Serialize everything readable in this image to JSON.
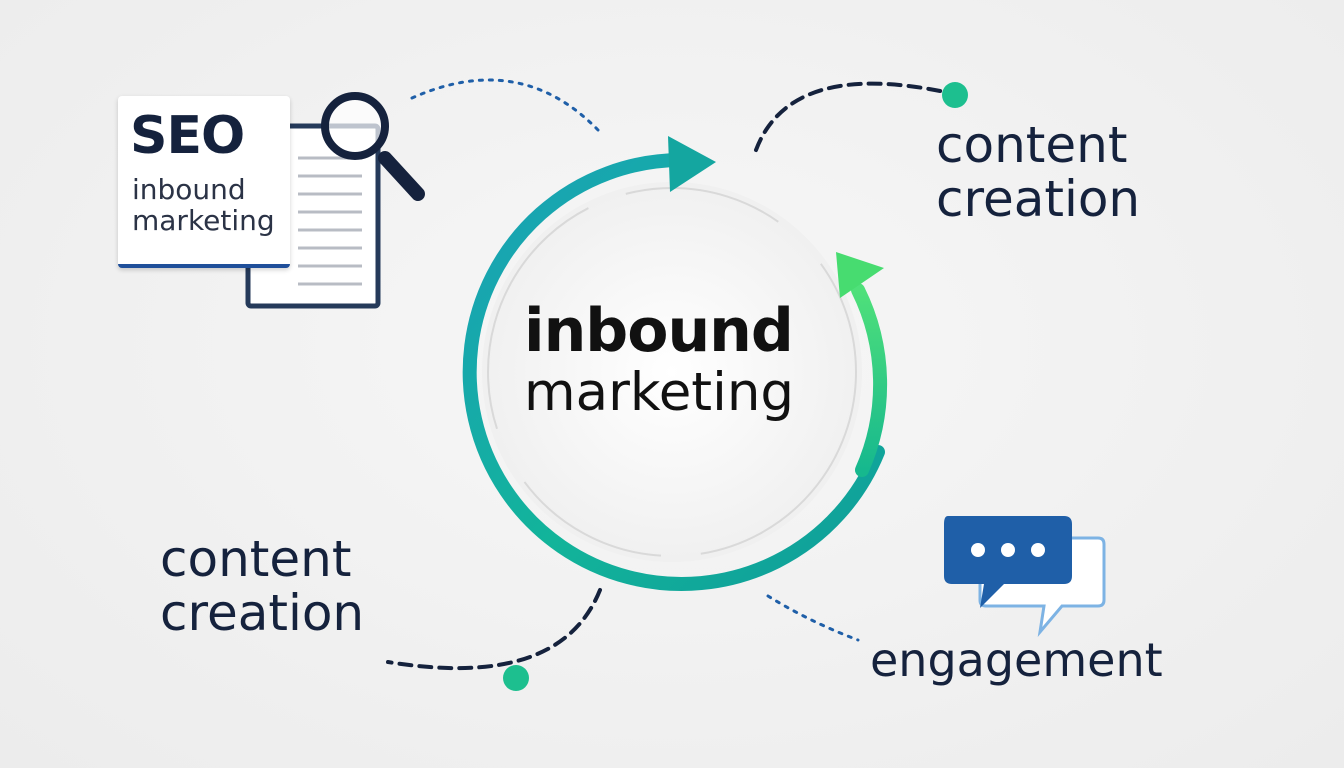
{
  "center": {
    "title_line1": "inbound",
    "title_line2": "marketing"
  },
  "seo_card": {
    "title": "SEO",
    "subtitle_line1": "inbound",
    "subtitle_line2": "marketing"
  },
  "nodes": {
    "content_creation_top": {
      "line1": "content",
      "line2": "creation"
    },
    "content_creation_bottom": {
      "line1": "content",
      "line2": "creation"
    },
    "engagement": {
      "label": "engagement"
    }
  },
  "icons": {
    "document": "document-icon",
    "magnifier": "magnifier-icon",
    "chat": "chat-bubbles-icon"
  },
  "colors": {
    "navy": "#15223d",
    "teal": "#12a89a",
    "green": "#3ed46a",
    "blue": "#1f5fa8",
    "dot": "#1dbf8f"
  }
}
